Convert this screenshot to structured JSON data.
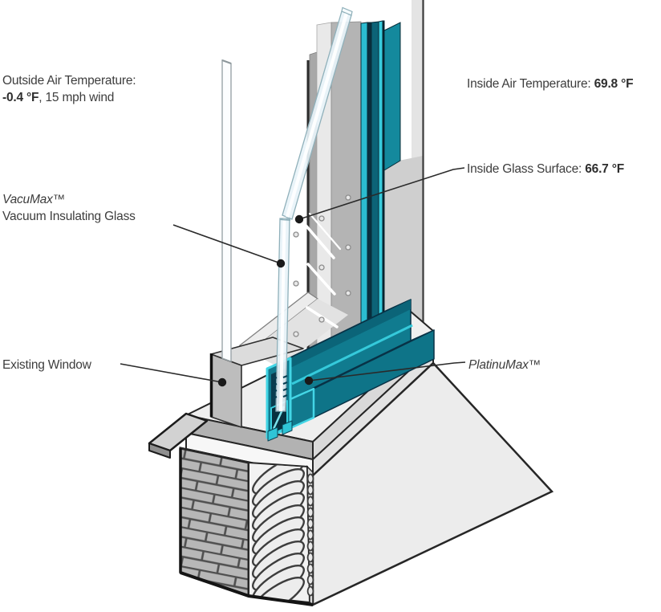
{
  "diagram": {
    "labels": {
      "outside_air": {
        "title": "Outside Air Temperature:",
        "value": "-0.4 °F",
        "suffix": ", 15 mph wind"
      },
      "inside_air": {
        "prefix": "Inside Air Temperature: ",
        "value": "69.8 °F"
      },
      "inside_glass": {
        "prefix": "Inside Glass Surface: ",
        "value": "66.7 °F"
      },
      "vacumax": {
        "brand": "VacuMax™",
        "desc": "Vacuum Insulating Glass"
      },
      "existing_window": {
        "text": "Existing Window"
      },
      "platinumax": {
        "brand": "PlatinuMax™"
      }
    },
    "colors": {
      "frame_teal": "#14899d",
      "frame_front_teal": "#107b8f",
      "frame_cyan": "#2fc4d6",
      "frame_dark_navy": "#0a2e3d",
      "glass_tint": "#e8f3f8",
      "leader_line": "#2a2a2a"
    }
  }
}
